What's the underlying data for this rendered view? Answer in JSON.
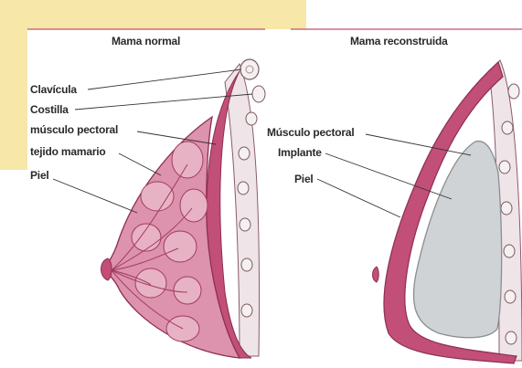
{
  "panels": {
    "left_title": "Mama normal",
    "right_title": "Mama reconstruida"
  },
  "labels_left": {
    "clavicula": "Clavícula",
    "costilla": "Costilla",
    "musculo_pectoral": "músculo pectoral",
    "tejido_mamario": "tejido mamario",
    "piel": "Piel"
  },
  "labels_right": {
    "musculo_pectoral": "Músculo pectoral",
    "implante": "Implante",
    "piel": "Piel"
  },
  "colors": {
    "banner": "#f7e7a8",
    "header_rule": "#c0506f",
    "muscle": "#c24f78",
    "tissue": "#d88aa7",
    "tissue_dark": "#a23a62",
    "implant": "#cfd3d5",
    "bone": "#f3eeee"
  }
}
